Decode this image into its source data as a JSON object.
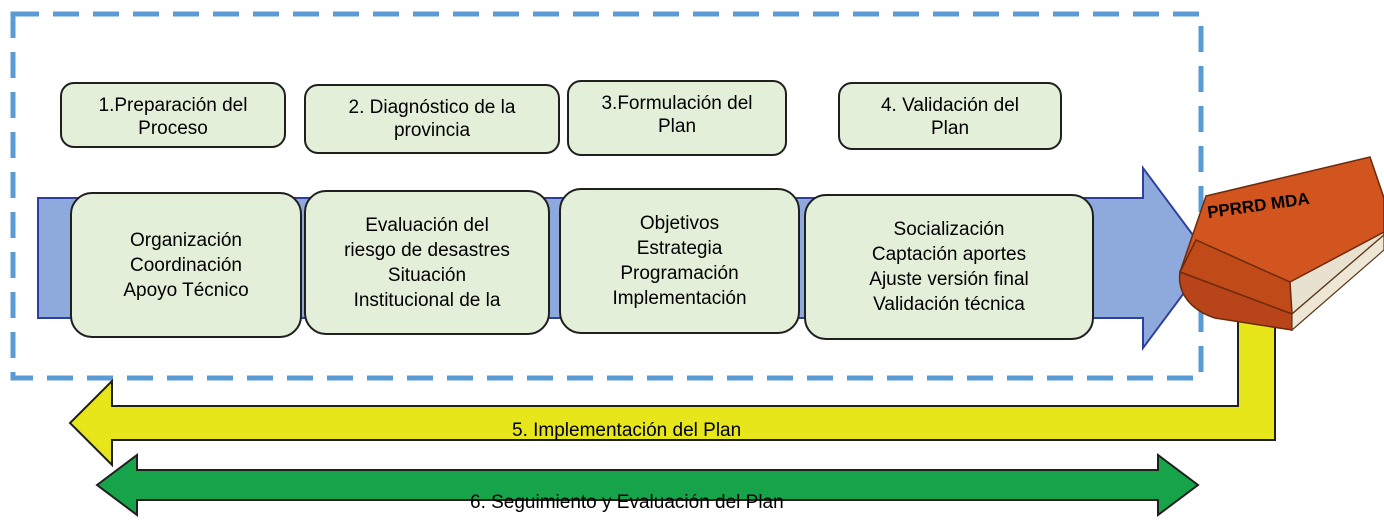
{
  "phases": [
    {
      "label": "1.Preparación del\nProceso"
    },
    {
      "label": "2.  Diagnóstico de la\nprovincia"
    },
    {
      "label": "3.Formulación del\nPlan"
    },
    {
      "label": "4. Validación del\nPlan"
    }
  ],
  "details": [
    {
      "lines": [
        "Organización",
        "Coordinación",
        "Apoyo Técnico"
      ]
    },
    {
      "lines": [
        "Evaluación del",
        "riesgo de desastres",
        "Situación",
        "Institucional de la"
      ]
    },
    {
      "lines": [
        "Objetivos",
        "Estrategia",
        "Programación",
        "Implementación"
      ]
    },
    {
      "lines": [
        "Socialización",
        "Captación aportes",
        "Ajuste versión final",
        "Validación técnica"
      ]
    }
  ],
  "book": {
    "title": "PPRRD MDA"
  },
  "arrows": {
    "implementation_label": "5. Implementación del Plan",
    "monitoring_label": "6. Seguimiento y Evaluación del Plan"
  },
  "colors": {
    "dashed_border": "#5b9bd5",
    "main_arrow": "#8eaadc",
    "box_fill": "#e3efd9",
    "yellow_arrow": "#e6e61a",
    "green_arrow": "#16a34a",
    "book_cover": "#d2541e"
  }
}
